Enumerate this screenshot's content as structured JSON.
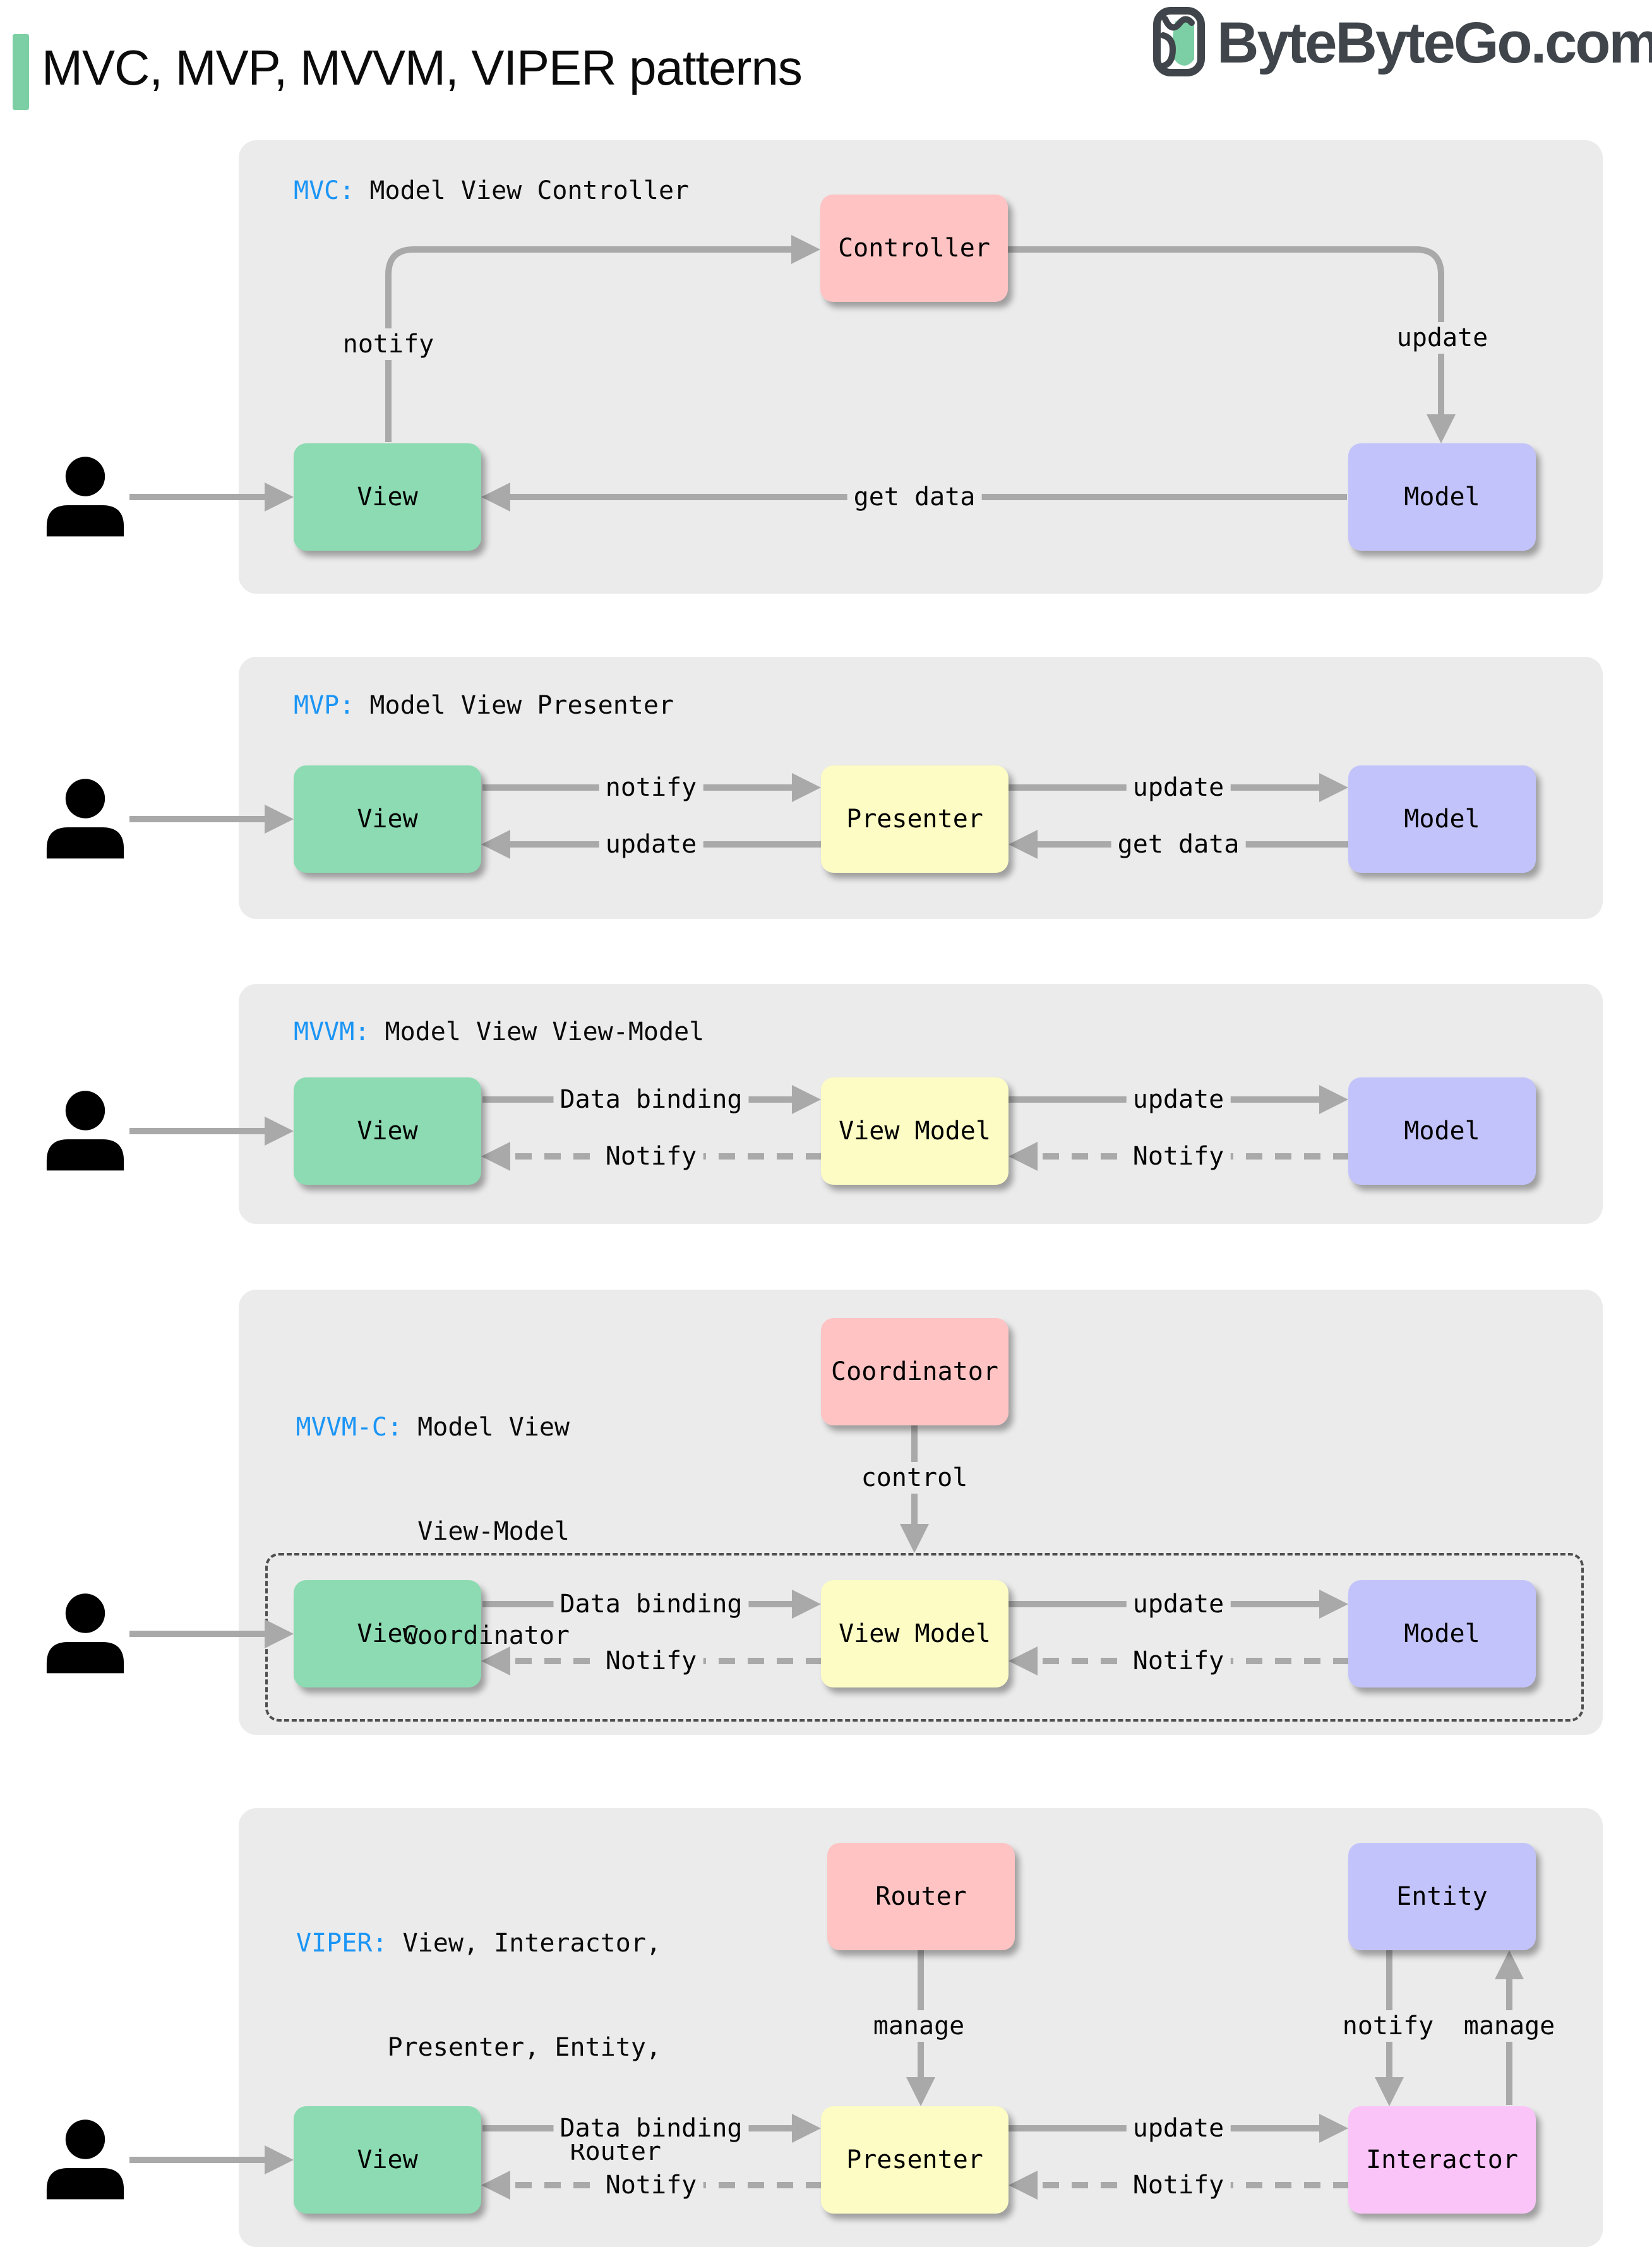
{
  "header": {
    "title": "MVC, MVP, MVVM, VIPER patterns",
    "brand": "ByteByteGo.com",
    "accent_bar_color": "#7CCFA4"
  },
  "colors": {
    "panel_bg": "#EBEBEB",
    "arrow_gray": "#A9A9A9",
    "tag_blue": "#1B95F5",
    "box_green": "#8CDBB2",
    "box_pink": "#FFC3C3",
    "box_purple": "#C3C3FB",
    "box_yellow": "#FCFCC4",
    "box_magenta": "#FAC4F8",
    "dashed_border": "#4F4F4F",
    "person_black": "#000000"
  },
  "panels": [
    {
      "tag": "MVC:",
      "desc": " Model View Controller",
      "boxes": [
        {
          "label": "Controller"
        },
        {
          "label": "View"
        },
        {
          "label": "Model"
        }
      ],
      "labels": {
        "notify": "notify",
        "update": "update",
        "get_data": "get data"
      }
    },
    {
      "tag": "MVP:",
      "desc": " Model View Presenter",
      "boxes": [
        {
          "label": "View"
        },
        {
          "label": "Presenter"
        },
        {
          "label": "Model"
        }
      ],
      "labels": {
        "notify": "notify",
        "update_top": "update",
        "update_bottom": "update",
        "get_data": "get data"
      }
    },
    {
      "tag": "MVVM:",
      "desc": " Model View View-Model",
      "boxes": [
        {
          "label": "View"
        },
        {
          "label": "View Model"
        },
        {
          "label": "Model"
        }
      ],
      "labels": {
        "data_binding": "Data binding",
        "update": "update",
        "notify_left": "Notify",
        "notify_right": "Notify"
      }
    },
    {
      "tag": "MVVM-C:",
      "desc_line1": " Model View",
      "desc_line2": "View-Model",
      "desc_line3": "Coordinator",
      "boxes": [
        {
          "label": "Coordinator"
        },
        {
          "label": "View"
        },
        {
          "label": "View Model"
        },
        {
          "label": "Model"
        }
      ],
      "labels": {
        "control": "control",
        "data_binding": "Data binding",
        "update": "update",
        "notify_left": "Notify",
        "notify_right": "Notify"
      }
    },
    {
      "tag": "VIPER:",
      "desc_line1": " View, Interactor,",
      "desc_line2": "Presenter, Entity,",
      "desc_line3": "Router",
      "boxes": [
        {
          "label": "Router"
        },
        {
          "label": "Entity"
        },
        {
          "label": "View"
        },
        {
          "label": "Presenter"
        },
        {
          "label": "Interactor"
        }
      ],
      "labels": {
        "manage_router": "manage",
        "notify_entity": "notify",
        "manage_entity": "manage",
        "data_binding": "Data binding",
        "update": "update",
        "notify_left": "Notify",
        "notify_right": "Notify"
      }
    }
  ]
}
